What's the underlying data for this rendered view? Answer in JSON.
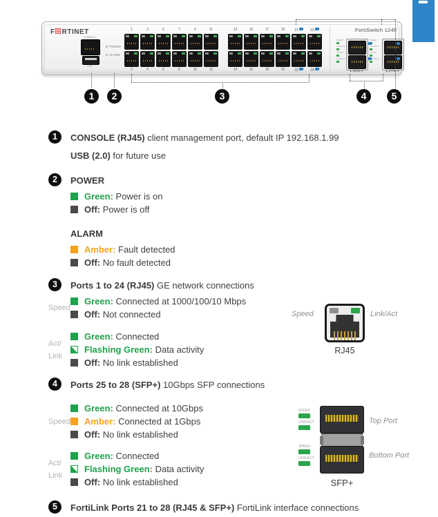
{
  "meta": {
    "green": "#1fa24c",
    "amber": "#f5a31d",
    "dark_swatch": "#4a4a4c",
    "blue_tab": "#2e84c6",
    "fortilink_blue": "#2e7fc1",
    "logo_red": "#e0231f"
  },
  "device": {
    "logo_pre": "F",
    "logo_post": "RTINET",
    "model": "FortiSwitch 124F",
    "console_label": "CONSOLE",
    "usb_label": "USB",
    "power_label": "POWER",
    "alarm_label": "ALARM",
    "block1_top": [
      "1",
      "3",
      "5",
      "7",
      "9",
      "11"
    ],
    "block1_bottom": [
      "2",
      "4",
      "6",
      "8",
      "10",
      "12"
    ],
    "block2_top": [
      "13",
      "15",
      "17",
      "19",
      "21",
      "23"
    ],
    "block2_bottom": [
      "14",
      "16",
      "18",
      "20",
      "22",
      "24"
    ],
    "fortilink_labels": [
      "21",
      "22",
      "23",
      "24"
    ],
    "sfp_label_1": "25/26",
    "sfp_label_2": "27/28",
    "sfp_up_arrow": "▲",
    "sfp_down_arrow": "▼",
    "mini_led_labels": [
      "SPEED",
      "LINK/ACT",
      "SPEED",
      "LINK/ACT"
    ]
  },
  "callouts": {
    "c1": "1",
    "c2": "2",
    "c3": "3",
    "c4": "4",
    "c5": "5"
  },
  "s1": {
    "num": "1",
    "line1_bold": "CONSOLE (RJ45)",
    "line1_rest": " client management port, default IP 192.168.1.99",
    "line2_bold": "USB (2.0)",
    "line2_rest": " for future use"
  },
  "s2": {
    "num": "2",
    "power_title": "POWER",
    "power_items": [
      {
        "color": "green",
        "label": "Green:",
        "desc": " Power is on"
      },
      {
        "color": "dark",
        "label": "Off:",
        "desc": " Power is off"
      }
    ],
    "alarm_title": "ALARM",
    "alarm_items": [
      {
        "color": "amber",
        "label": "Amber:",
        "desc": " Fault detected"
      },
      {
        "color": "dark",
        "label": "Off:",
        "desc": " No fault detected"
      }
    ]
  },
  "s3": {
    "num": "3",
    "head_bold": "Ports 1 to 24 (RJ45)",
    "head_rest": " GE network connections",
    "speed_label": "Speed",
    "speed_items": [
      {
        "color": "green",
        "label": "Green:",
        "desc": " Connected at 1000/100/10 Mbps"
      },
      {
        "color": "dark",
        "label": "Off:",
        "desc": " Not connected"
      }
    ],
    "actlink_label_1": "Act/",
    "actlink_label_2": "Link",
    "actlink_items": [
      {
        "color": "green",
        "label": "Green:",
        "desc": " Connected"
      },
      {
        "color": "flash",
        "label": "Flashing Green:",
        "desc": " Data activity"
      },
      {
        "color": "dark",
        "label": "Off:",
        "desc": " No link established"
      }
    ],
    "figure": {
      "left_label": "Speed",
      "right_label": "Link/Act",
      "caption": "RJ45"
    }
  },
  "s4": {
    "num": "4",
    "head_bold": "Ports 25 to 28 (SFP+)",
    "head_rest": " 10Gbps SFP connections",
    "speed_label": "Speed",
    "speed_items": [
      {
        "color": "green",
        "label": "Green:",
        "desc": " Connected at 10Gbps"
      },
      {
        "color": "amber",
        "label": "Amber:",
        "desc": " Connected at 1Gbps"
      },
      {
        "color": "dark",
        "label": "Off:",
        "desc": " No link established"
      }
    ],
    "actlink_label_1": "Act/",
    "actlink_label_2": "Link",
    "actlink_items": [
      {
        "color": "green",
        "label": "Green:",
        "desc": " Connected"
      },
      {
        "color": "flash",
        "label": "Flashing Green:",
        "desc": " Data activity"
      },
      {
        "color": "dark",
        "label": "Off:",
        "desc": " No link established"
      }
    ],
    "figure": {
      "speed": "SPEED",
      "linkact": "LINK/ACT",
      "top": "Top Port",
      "bottom": "Bottom Port",
      "caption": "SFP+"
    }
  },
  "s5": {
    "num": "5",
    "head_bold": "FortiLink Ports 21 to 28 (RJ45 & SFP+)",
    "head_rest": " FortiLink interface connections"
  }
}
